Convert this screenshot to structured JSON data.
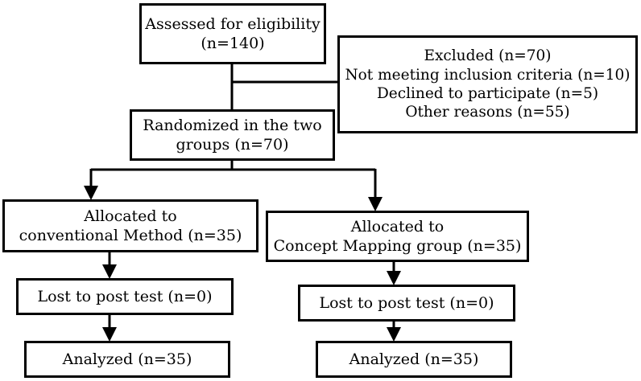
{
  "flow": {
    "assessed": {
      "line1": "Assessed for eligibility",
      "line2": "(n=140)"
    },
    "excluded": {
      "line1": "Excluded (n=70)",
      "line2": "Not meeting inclusion criteria (n=10)",
      "line3": "Declined to participate (n=5)",
      "line4": "Other reasons (n=55)"
    },
    "randomized": {
      "line1": "Randomized in the two",
      "line2": "groups (n=70)"
    },
    "conventional": {
      "allocated_line1": "Allocated to",
      "allocated_line2": "conventional Method (n=35)",
      "lost": "Lost to post test (n=0)",
      "analyzed": "Analyzed (n=35)"
    },
    "concept_mapping": {
      "allocated_line1": "Allocated to",
      "allocated_line2": "Concept Mapping group (n=35)",
      "lost": "Lost to post test (n=0)",
      "analyzed": "Analyzed (n=35)"
    }
  },
  "colors": {
    "stroke": "#000000",
    "background": "#ffffff",
    "text": "#000000"
  }
}
